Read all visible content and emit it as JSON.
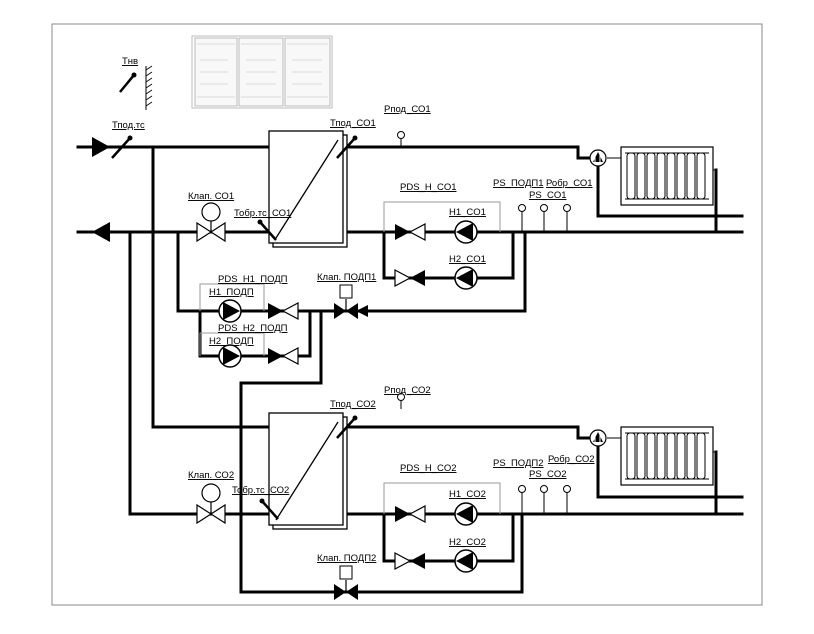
{
  "labels": {
    "t_nv": "Тнв",
    "t_pod_ts": "Тпод.тс",
    "t_pod_co1": "Тпод_СО1",
    "p_pod_co1": "Рпод_СО1",
    "pds_h_co1": "PDS_H_CO1",
    "ps_podp1": "PS_ПОДП1",
    "ps_co1": "PS_CO1",
    "p_obr_co1": "Робр_СО1",
    "klap_co1": "Клап. СО1",
    "t_obr_ts_co1": "Тобр.тс_СО1",
    "h1_co1": "H1_CO1",
    "h2_co1": "H2_CO1",
    "pds_h1_podp": "PDS_H1_ПОДП",
    "klap_podp1": "Клап. ПОДП1",
    "h1_podp": "H1_ПОДП",
    "pds_h2_podp": "PDS_H2_ПОДП",
    "h2_podp": "H2_ПОДП",
    "t_pod_co2": "Тпод_СО2",
    "p_pod_co2": "Рпод_СО2",
    "pds_h_co2": "PDS_H_CO2",
    "ps_podp2": "PS_ПОДП2",
    "ps_co2": "PS_CO2",
    "p_obr_co2": "Робр_СО2",
    "klap_co2": "Клап. СО2",
    "t_obr_ts_co2": "Тобр.тс_СО2",
    "h1_co2": "H1_CO2",
    "h2_co2": "H2_CO2",
    "klap_podp2": "Клап. ПОДП2"
  },
  "colors": {
    "line": "#000000",
    "frame": "#888888",
    "underline": "#c00000",
    "background": "#ffffff"
  },
  "icons": [
    "pump-icon",
    "valve-icon",
    "actuator-icon",
    "heat-exchanger-icon",
    "radiator-icon",
    "sensor-icon",
    "controller-modules-icon",
    "flow-arrow-icon"
  ]
}
